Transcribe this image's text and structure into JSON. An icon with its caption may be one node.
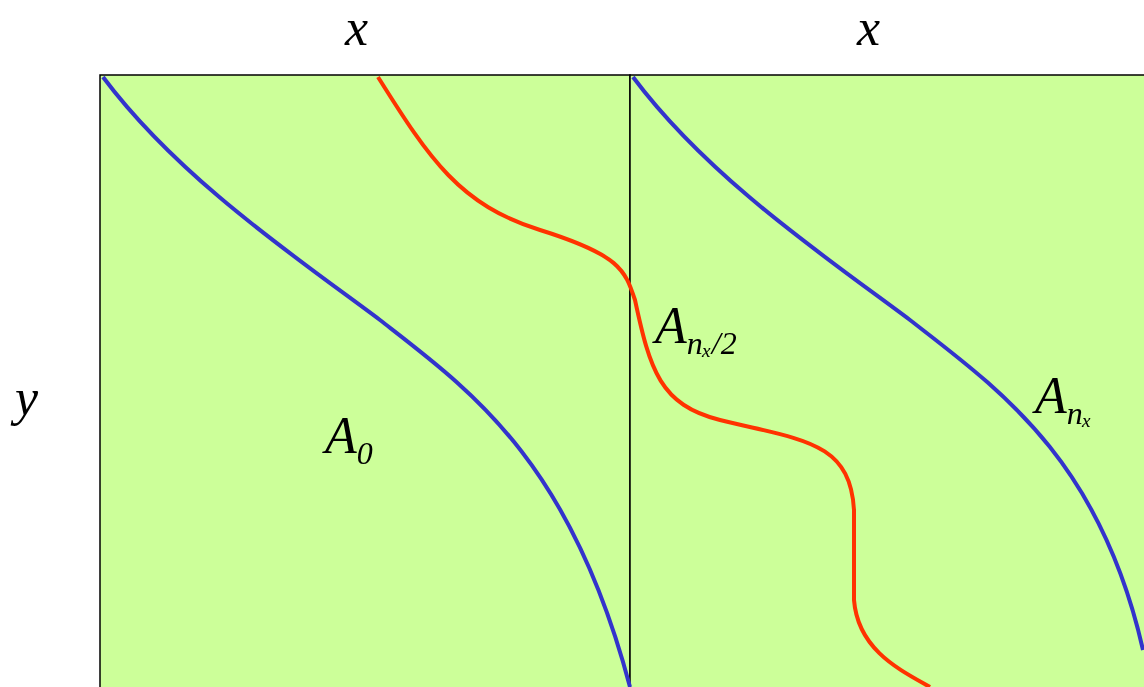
{
  "diagram": {
    "labels": [
      "x",
      "x",
      "y",
      "A$_{0}$",
      "A$_{nₓ/2}$",
      "A$_{nₓ}$"
    ]
  }
}
